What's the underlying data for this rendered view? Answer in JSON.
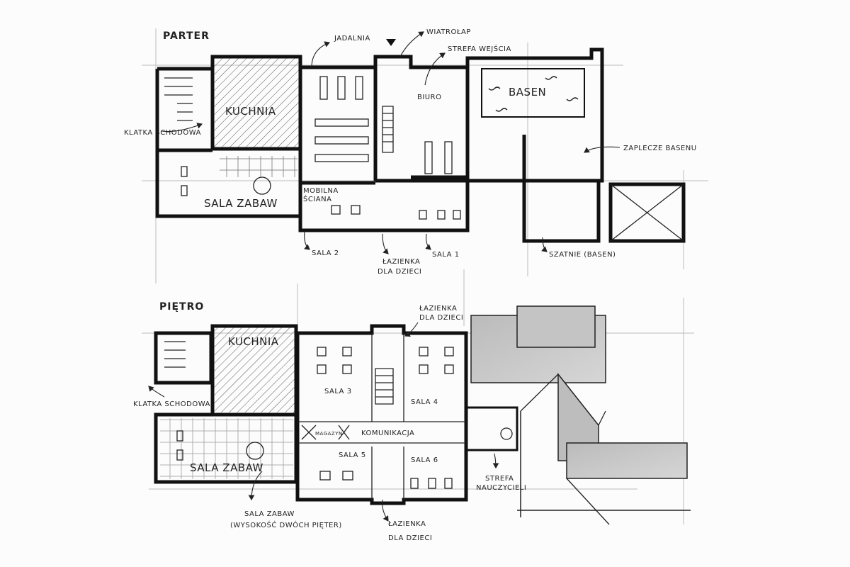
{
  "ground_floor": {
    "title": "PARTER",
    "labels": {
      "dining": "JADALNIA",
      "vestibule": "WIATROŁAP",
      "entrance_zone": "STREFA WEJŚCIA",
      "office": "BIURO",
      "pool": "BASEN",
      "kitchen": "KUCHNIA",
      "staircase": "KLATKA SCHODOWA",
      "pool_backroom": "ZAPLECZE BASENU",
      "playroom": "SALA ZABAW",
      "mobile_wall_1": "MOBILNA",
      "mobile_wall_2": "ŚCIANA",
      "room2": "SALA 2",
      "bathroom_1": "ŁAZIENKA",
      "bathroom_2": "DLA DZIECI",
      "room1": "SALA 1",
      "changing_rooms": "SZATNIE (BASEN)"
    }
  },
  "upper_floor": {
    "title": "PIĘTRO",
    "labels": {
      "kitchen": "KUCHNIA",
      "staircase": "KLATKA SCHODOWA",
      "room3": "SALA 3",
      "room4": "SALA 4",
      "room5": "SALA 5",
      "room6": "SALA 6",
      "storage": "MAGAZYN",
      "circulation": "KOMUNIKACJA",
      "bathroom_top_1": "ŁAZIENKA",
      "bathroom_top_2": "DLA DZIECI",
      "teachers_1": "STREFA",
      "teachers_2": "NAUCZYCIELI",
      "playroom": "SALA ZABAW",
      "playroom_note_1": "SALA ZABAW",
      "playroom_note_2": "(WYSOKOŚĆ DWÓCH PIĘTER)",
      "bathroom_bottom_1": "ŁAZIENKA",
      "bathroom_bottom_2": "DLA DZIECI"
    }
  }
}
